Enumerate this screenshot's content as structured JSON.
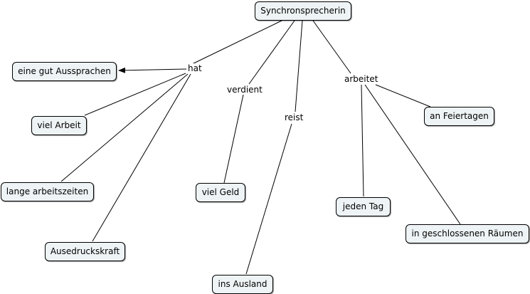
{
  "colors": {
    "node_fill": "#eef3f5",
    "node_border": "#000000",
    "line": "#000000",
    "background": "#ffffff"
  },
  "concepts": {
    "root": "Synchronsprecherin",
    "aussprachen": "eine gut Aussprachen",
    "arbeit": "viel Arbeit",
    "arbeitszeiten": "lange arbeitszeiten",
    "ausdruck": "Ausedruckskraft",
    "geld": "viel Geld",
    "ausland": "ins Ausland",
    "jedentag": "jeden Tag",
    "feiertage": "an Feiertagen",
    "raeume": "in geschlossenen Räumen"
  },
  "linking_phrases": {
    "hat": "hat",
    "verdient": "verdient",
    "reist": "reist",
    "arbeitet": "arbeitet"
  },
  "connections": [
    {
      "from": "root",
      "via": "hat",
      "to": [
        "aussprachen",
        "arbeit",
        "arbeitszeiten",
        "ausdruck"
      ]
    },
    {
      "from": "root",
      "via": "verdient",
      "to": [
        "geld"
      ]
    },
    {
      "from": "root",
      "via": "reist",
      "to": [
        "ausland"
      ]
    },
    {
      "from": "root",
      "via": "arbeitet",
      "to": [
        "jedentag",
        "feiertage",
        "raeume"
      ]
    }
  ]
}
